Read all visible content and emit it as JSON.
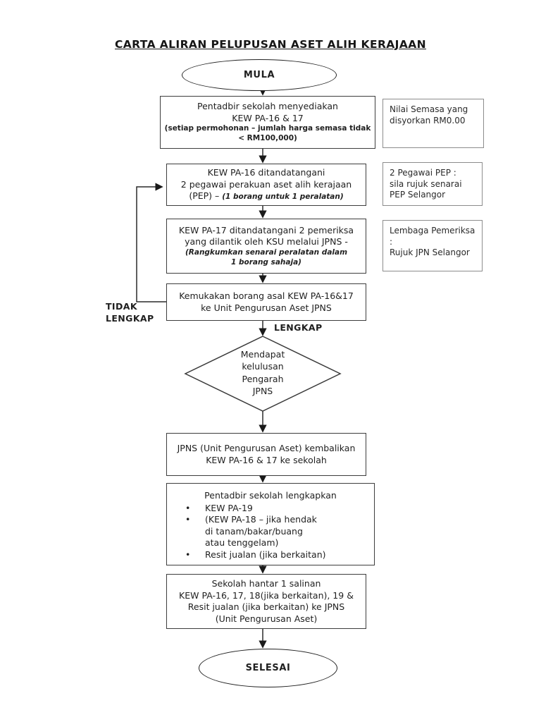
{
  "page": {
    "title": "CARTA ALIRAN PELUPUSAN ASET ALIH KERAJAAN"
  },
  "colors": {
    "background": "#ffffff",
    "box_border": "#3d3d3d",
    "side_note_border": "#8c8c8c",
    "connector": "#1f1f1f",
    "text": "#1f1f1f"
  },
  "flow": {
    "start_label": "MULA",
    "end_label": "SELESAI",
    "branch_incomplete_line1": "TIDAK",
    "branch_incomplete_line2": "LENGKAP",
    "branch_complete": "LENGKAP",
    "box1": {
      "line1": "Pentadbir sekolah menyediakan",
      "line2": "KEW PA-16 & 17",
      "note1": "(setiap permohonan – jumlah harga semasa tidak",
      "note2": "< RM100,000)"
    },
    "box2": {
      "line1": "KEW PA-16 ditandatangani",
      "line2": "2 pegawai perakuan aset alih kerajaan",
      "line3_prefix": "(PEP) – ",
      "line3_italic": "(1 borang untuk 1 peralatan)"
    },
    "box3": {
      "line1": "KEW PA-17 ditandatangani 2 pemeriksa",
      "line2": "yang dilantik oleh KSU melalui JPNS -",
      "note1": "(Rangkumkan senarai peralatan dalam",
      "note2": "1 borang sahaja)"
    },
    "box4": {
      "line1": "Kemukakan borang asal KEW PA-16&17",
      "line2": "ke Unit Pengurusan Aset JPNS"
    },
    "decision": {
      "line1": "Mendapat",
      "line2": "kelulusan",
      "line3": "Pengarah",
      "line4": "JPNS"
    },
    "box5": {
      "line1": "JPNS (Unit Pengurusan Aset) kembalikan",
      "line2": "KEW PA-16 & 17 ke sekolah"
    },
    "box6": {
      "header": "Pentadbir sekolah lengkapkan",
      "bullet1": "KEW PA-19",
      "bullet2_line1": "(KEW PA-18 – jika hendak",
      "bullet2_line2": "di tanam/bakar/buang",
      "bullet2_line3": "atau tenggelam)",
      "bullet3": "Resit jualan (jika berkaitan)"
    },
    "box7": {
      "line1": "Sekolah hantar 1 salinan",
      "line2": "KEW PA-16, 17, 18(jika berkaitan), 19 &",
      "line3": "Resit jualan (jika berkaitan) ke JPNS",
      "line4": "(Unit Pengurusan Aset)"
    }
  },
  "side_notes": {
    "note1": {
      "line1": "Nilai Semasa yang",
      "line2": "disyorkan RM0.00"
    },
    "note2": {
      "line1": "2 Pegawai PEP :",
      "line2": "sila rujuk senarai",
      "line3": "PEP Selangor"
    },
    "note3": {
      "line1": "Lembaga Pemeriksa :",
      "line2": "Rujuk JPN Selangor"
    }
  }
}
